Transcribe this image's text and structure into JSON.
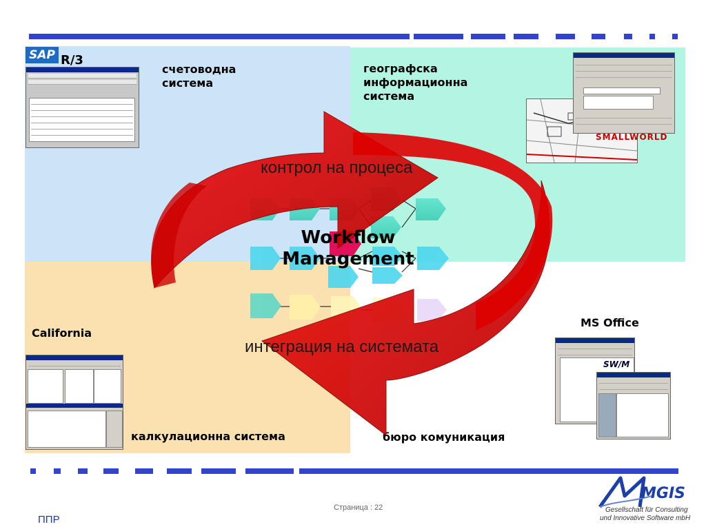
{
  "sap_logo": "SAP",
  "r3_label": "R/3",
  "accounting": "счетоводна\nсистема",
  "gis_system": "географска\nинформационна\nсистема",
  "process_control": "контрол на процеса",
  "workflow": "Workflow\nManagement",
  "system_integration": "интеграция на системата",
  "california": "California",
  "costing": "калкулационна система",
  "ms_office": "MS Office",
  "office_comm": "бюро комуникация",
  "smallworld": "SMALLWORLD",
  "swm": "SW/M",
  "page_number": "Страница : 22",
  "footer_left": "ППР",
  "logo_name": "MGIS",
  "logo_line1": "Gesellschaft für Consulting",
  "logo_line2": "und Innovative Software mbH",
  "colors": {
    "accent_blue": "#3344cc",
    "q_topleft": "#cce4f7",
    "q_topright": "#b3f5e3",
    "q_bottomleft": "#fbe0b0",
    "arrow_red": "#dd0000"
  }
}
